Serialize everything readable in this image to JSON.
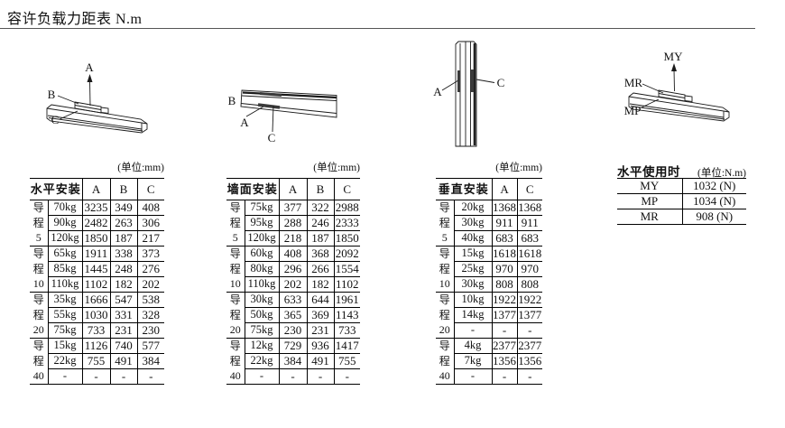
{
  "page": {
    "title": "容许负载力距表 N.m"
  },
  "diagrams": [
    {
      "id": "horizontal-mount",
      "labels": {
        "a": "A",
        "b": "B",
        "c": "C"
      }
    },
    {
      "id": "wall-mount",
      "labels": {
        "a": "A",
        "b": "B",
        "c": "C"
      }
    },
    {
      "id": "vertical-mount",
      "labels": {
        "a": "A",
        "c": "C"
      }
    },
    {
      "id": "moment-direction",
      "labels": {
        "my": "MY",
        "mr": "MR",
        "mp": "MP"
      }
    }
  ],
  "tables": [
    {
      "unit_label": "(单位:mm)",
      "title": "水平安装",
      "columns": [
        "A",
        "B",
        "C"
      ],
      "groups": [
        {
          "lead": "导程5",
          "lead_lines": [
            "导",
            "程",
            "5"
          ],
          "rows": [
            [
              "70kg",
              "3235",
              "349",
              "408"
            ],
            [
              "90kg",
              "2482",
              "263",
              "306"
            ],
            [
              "120kg",
              "1850",
              "187",
              "217"
            ]
          ]
        },
        {
          "lead": "导程10",
          "lead_lines": [
            "导",
            "程",
            "10"
          ],
          "rows": [
            [
              "65kg",
              "1911",
              "338",
              "373"
            ],
            [
              "85kg",
              "1445",
              "248",
              "276"
            ],
            [
              "110kg",
              "1102",
              "182",
              "202"
            ]
          ]
        },
        {
          "lead": "导程20",
          "lead_lines": [
            "导",
            "程",
            "20"
          ],
          "rows": [
            [
              "35kg",
              "1666",
              "547",
              "538"
            ],
            [
              "55kg",
              "1030",
              "331",
              "328"
            ],
            [
              "75kg",
              "733",
              "231",
              "230"
            ]
          ]
        },
        {
          "lead": "导程40",
          "lead_lines": [
            "导",
            "程",
            "40"
          ],
          "rows": [
            [
              "15kg",
              "1126",
              "740",
              "577"
            ],
            [
              "22kg",
              "755",
              "491",
              "384"
            ],
            [
              "-",
              "-",
              "-",
              "-"
            ]
          ]
        }
      ]
    },
    {
      "unit_label": "(单位:mm)",
      "title": "墙面安装",
      "columns": [
        "A",
        "B",
        "C"
      ],
      "groups": [
        {
          "lead": "导程5",
          "lead_lines": [
            "导",
            "程",
            "5"
          ],
          "rows": [
            [
              "75kg",
              "377",
              "322",
              "2988"
            ],
            [
              "95kg",
              "288",
              "246",
              "2333"
            ],
            [
              "120kg",
              "218",
              "187",
              "1850"
            ]
          ]
        },
        {
          "lead": "导程10",
          "lead_lines": [
            "导",
            "程",
            "10"
          ],
          "rows": [
            [
              "60kg",
              "408",
              "368",
              "2092"
            ],
            [
              "80kg",
              "296",
              "266",
              "1554"
            ],
            [
              "110kg",
              "202",
              "182",
              "1102"
            ]
          ]
        },
        {
          "lead": "导程20",
          "lead_lines": [
            "导",
            "程",
            "20"
          ],
          "rows": [
            [
              "30kg",
              "633",
              "644",
              "1961"
            ],
            [
              "50kg",
              "365",
              "369",
              "1143"
            ],
            [
              "75kg",
              "230",
              "231",
              "733"
            ]
          ]
        },
        {
          "lead": "导程40",
          "lead_lines": [
            "导",
            "程",
            "40"
          ],
          "rows": [
            [
              "12kg",
              "729",
              "936",
              "1417"
            ],
            [
              "22kg",
              "384",
              "491",
              "755"
            ],
            [
              "-",
              "-",
              "-",
              "-"
            ]
          ]
        }
      ]
    },
    {
      "unit_label": "(单位:mm)",
      "title": "垂直安装",
      "columns": [
        "A",
        "C"
      ],
      "groups": [
        {
          "lead": "导程5",
          "lead_lines": [
            "导",
            "程",
            "5"
          ],
          "rows": [
            [
              "20kg",
              "1368",
              "1368"
            ],
            [
              "30kg",
              "911",
              "911"
            ],
            [
              "40kg",
              "683",
              "683"
            ]
          ]
        },
        {
          "lead": "导程10",
          "lead_lines": [
            "导",
            "程",
            "10"
          ],
          "rows": [
            [
              "15kg",
              "1618",
              "1618"
            ],
            [
              "25kg",
              "970",
              "970"
            ],
            [
              "30kg",
              "808",
              "808"
            ]
          ]
        },
        {
          "lead": "导程20",
          "lead_lines": [
            "导",
            "程",
            "20"
          ],
          "rows": [
            [
              "10kg",
              "1922",
              "1922"
            ],
            [
              "14kg",
              "1377",
              "1377"
            ],
            [
              "-",
              "-",
              "-"
            ]
          ]
        },
        {
          "lead": "导程40",
          "lead_lines": [
            "导",
            "程",
            "40"
          ],
          "rows": [
            [
              "4kg",
              "2377",
              "2377"
            ],
            [
              "7kg",
              "1356",
              "1356"
            ],
            [
              "-",
              "-",
              "-"
            ]
          ]
        }
      ]
    }
  ],
  "horizontal_use": {
    "title": "水平使用时",
    "unit_label": "(单位:N.m)",
    "rows": [
      [
        "MY",
        "1032 (N)"
      ],
      [
        "MP",
        "1034 (N)"
      ],
      [
        "MR",
        "908 (N)"
      ]
    ]
  }
}
